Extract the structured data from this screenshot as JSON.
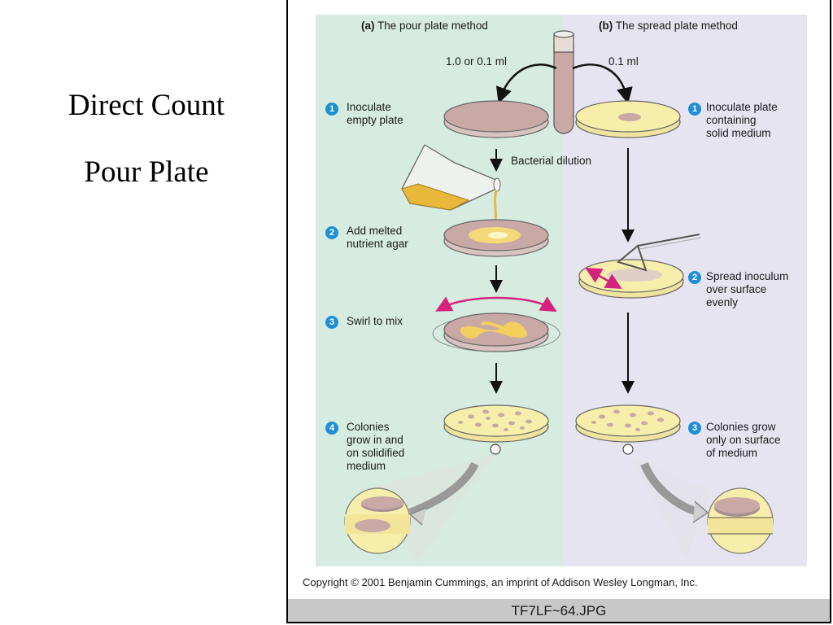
{
  "slide": {
    "title_line1": "Direct Count",
    "title_line2": "Pour Plate"
  },
  "figure": {
    "pour": {
      "heading_letter": "(a)",
      "heading_text": "The pour plate method",
      "volume": "1.0 or 0.1 ml",
      "steps": [
        {
          "num": "1",
          "text": "Inoculate\nempty plate"
        },
        {
          "num": "2",
          "text": "Add melted\nnutrient agar"
        },
        {
          "num": "3",
          "text": "Swirl to mix"
        },
        {
          "num": "4",
          "text": "Colonies\ngrow in and\non solidified\nmedium"
        }
      ]
    },
    "spread": {
      "heading_letter": "(b)",
      "heading_text": "The spread plate method",
      "volume": "0.1 ml",
      "steps": [
        {
          "num": "1",
          "text": "Inoculate plate\ncontaining\nsolid medium"
        },
        {
          "num": "2",
          "text": "Spread inoculum\nover surface\nevenly"
        },
        {
          "num": "3",
          "text": "Colonies grow\nonly on surface\nof medium"
        }
      ]
    },
    "dilution_label": "Bacterial dilution",
    "copyright": "Copyright © 2001 Benjamin Cummings, an imprint of Addison Wesley Longman, Inc.",
    "filename": "TF7LF~64.JPG",
    "colors": {
      "left_panel": "#d6ece0",
      "right_panel": "#e6e4f0",
      "badge": "#1e8fd6",
      "swirl_arrow": "#d4237f",
      "agar": "#f6eeaa",
      "inoculum": "#c8a9a6"
    }
  }
}
